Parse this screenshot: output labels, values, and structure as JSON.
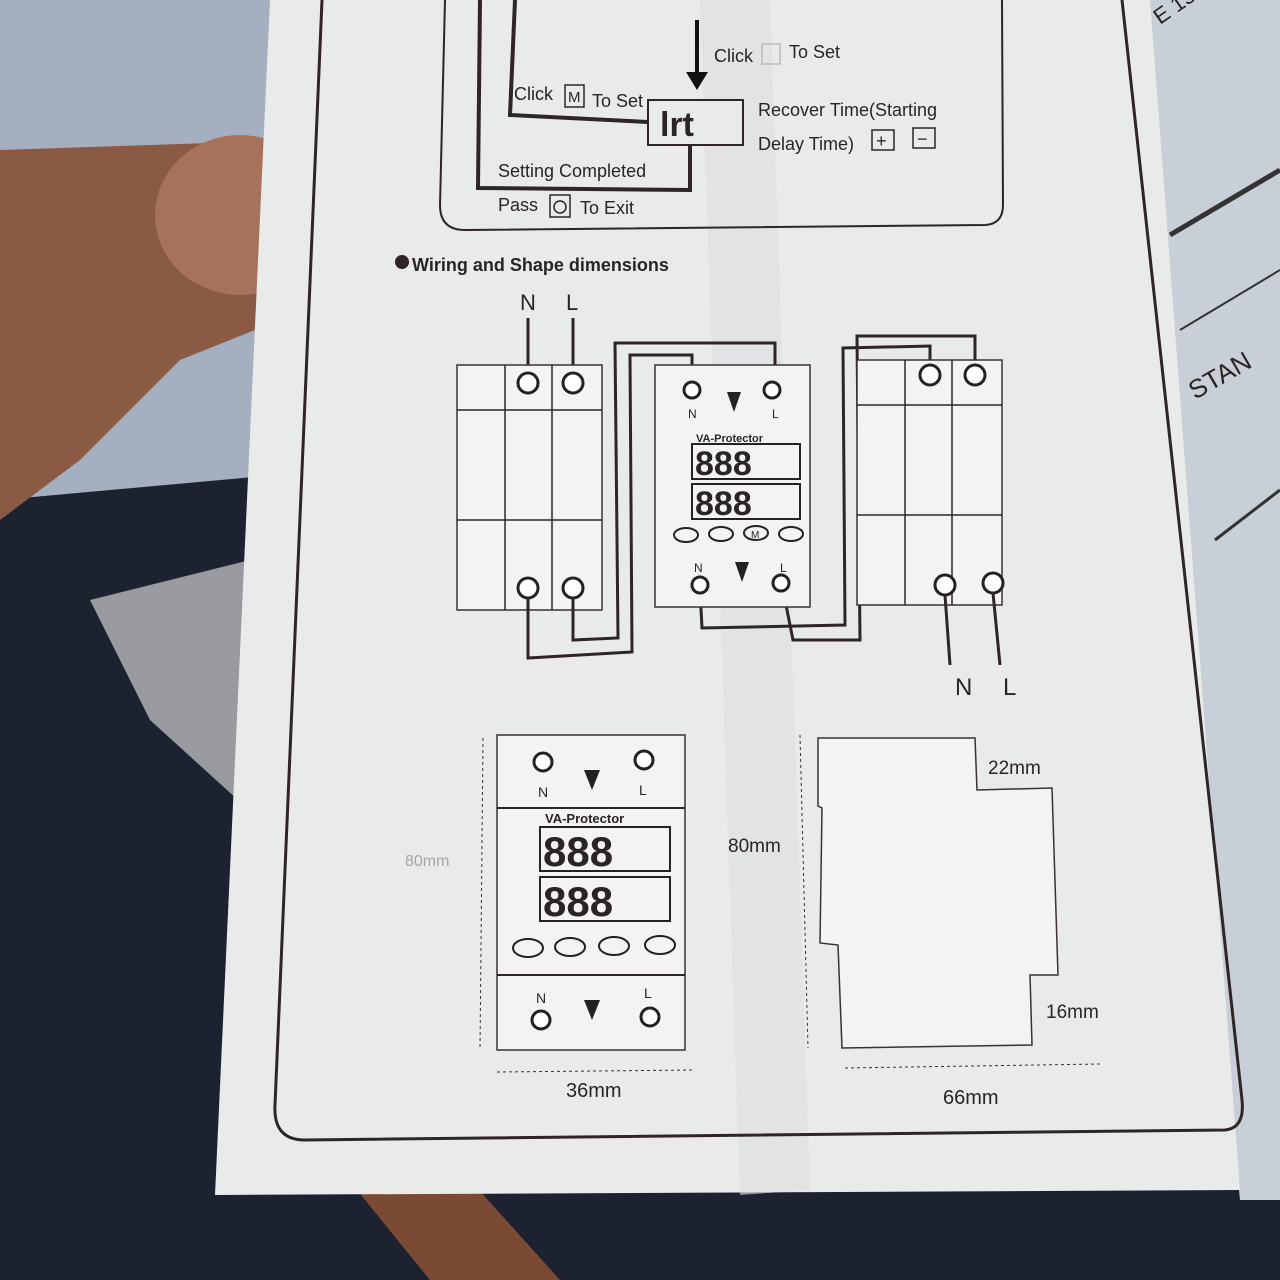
{
  "background_paper": {
    "text_top": "E 15",
    "text_right": "STAN"
  },
  "flowchart": {
    "click_top": "Click",
    "to_set_top": "To Set",
    "click_m": "Click",
    "m_key": "M",
    "to_set_m": "To Set",
    "display_code": "lrt",
    "recover_line1": "Recover Time(Starting",
    "recover_line2": "Delay Time)",
    "plus_key": "+",
    "minus_key": "−",
    "setting_completed": "Setting Completed",
    "pass": "Pass",
    "to_exit": "To Exit"
  },
  "section": {
    "heading": "Wiring and Shape dimensions"
  },
  "wiring": {
    "input_n": "N",
    "input_l": "L",
    "output_n": "N",
    "output_l": "L",
    "device_brand": "VA-Protector",
    "display_digits": "888",
    "terminal_n": "N",
    "terminal_l": "L",
    "button_m": "M"
  },
  "dimensions": {
    "front_brand": "VA-Protector",
    "front_digits": "888",
    "front_n": "N",
    "front_l": "L",
    "front_height": "80mm",
    "width": "36mm",
    "side_height": "80mm",
    "top_step": "22mm",
    "bottom_step": "16mm",
    "depth": "66mm"
  },
  "colors": {
    "paper": "#e9eaea",
    "ink": "#2e2626",
    "skin": "#8a5a45",
    "jeans": "#1c2230"
  }
}
